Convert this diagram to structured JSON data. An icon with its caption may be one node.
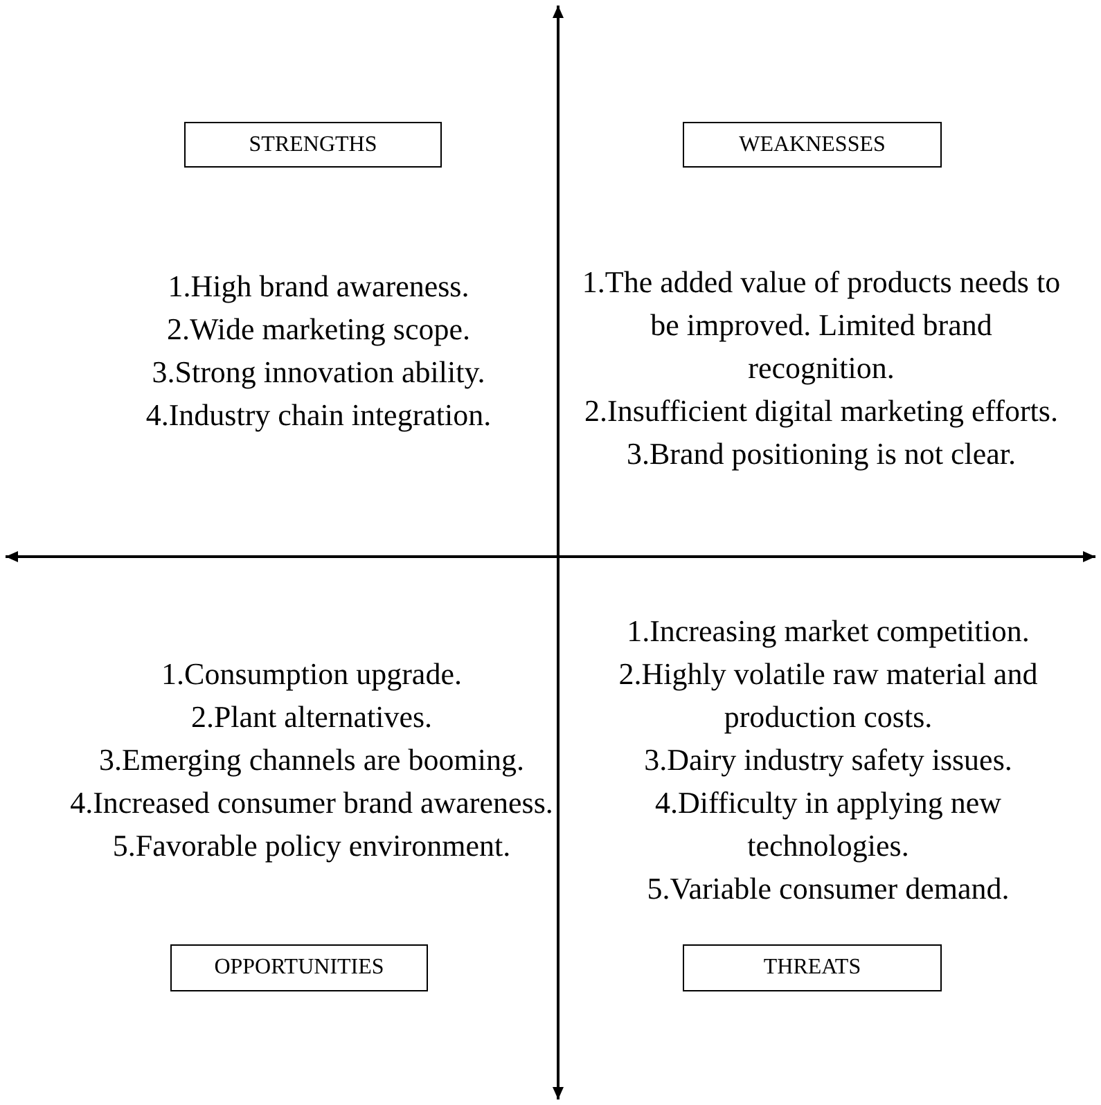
{
  "diagram": {
    "nodes": [
      {
        "text": [
          "STRENGTHS"
        ]
      },
      {
        "text": [
          "WEAKNESSES"
        ]
      },
      {
        "text": [
          "OPPORTUNITIES"
        ]
      },
      {
        "text": [
          "THREATS"
        ]
      }
    ],
    "labels": [
      "1.High brand awareness.",
      "2.Wide marketing scope.",
      "3.Strong innovation ability.",
      "4.Industry chain integration.",
      "1.The added value of products needs to be improved. Limited brand recognition.",
      "2.Insufficient digital marketing efforts.",
      "3.Brand positioning is not clear.",
      "1.Consumption upgrade.",
      "2.Plant alternatives.",
      "3.Emerging channels are booming.",
      "4.Increased consumer brand awareness.",
      "5.Favorable policy environment.",
      "1.Increasing market competition.",
      "2.Highly volatile raw material and production costs.",
      "3.Dairy industry safety issues.",
      "4.Difficulty in applying new technologies.",
      "5.Variable consumer demand."
    ]
  }
}
